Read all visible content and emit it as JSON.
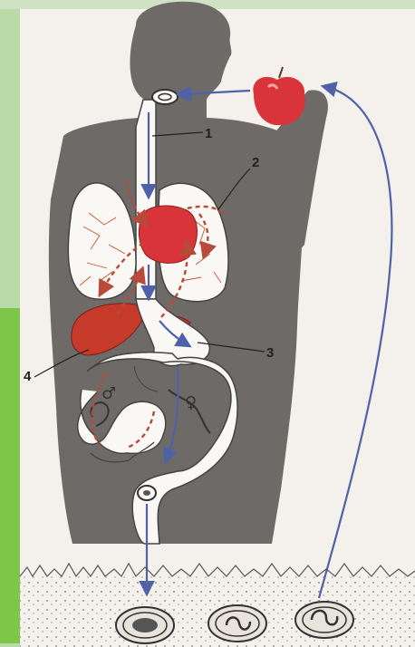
{
  "labels": {
    "n1": "1",
    "n2": "2",
    "n3": "3",
    "n4": "4",
    "male": "♂",
    "female": "♀"
  },
  "colors": {
    "silhouette": "#6e6a68",
    "organ_white": "#faf8f4",
    "lung_vessel": "#d05030",
    "heart": "#d8343a",
    "liver": "#c63a2a",
    "arrow": "#4f62a8",
    "dashed_path": "#b84a3a",
    "soil_dots": "#777777",
    "grass": "#555555",
    "green_sidebar": "#7ec64a"
  },
  "icons": [
    "apple-icon",
    "egg-icon",
    "worm-icon"
  ]
}
